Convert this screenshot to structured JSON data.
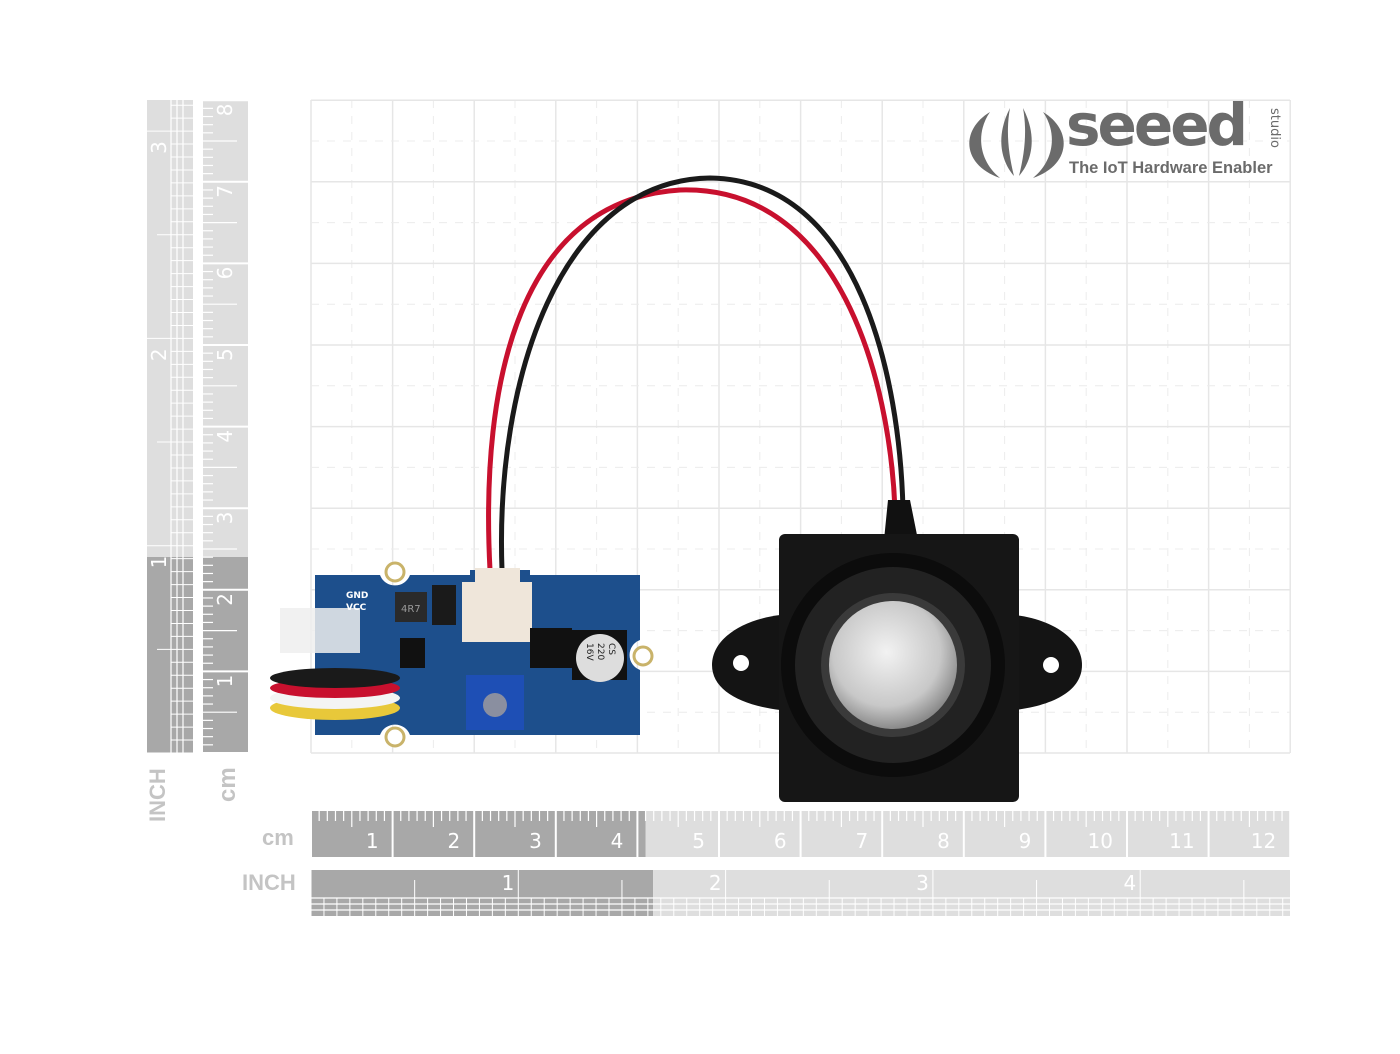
{
  "logo": {
    "brand": "seeed",
    "sub": "studio",
    "tagline": "The IoT Hardware Enabler"
  },
  "rulers": {
    "horizontal_cm": {
      "unit_label": "cm",
      "labels": [
        "1",
        "2",
        "3",
        "4",
        "5",
        "6",
        "7",
        "8",
        "9",
        "10",
        "11",
        "12"
      ],
      "dark_until_cm": 4.2
    },
    "horizontal_inch": {
      "unit_label": "INCH",
      "labels": [
        "1",
        "2",
        "3",
        "4"
      ],
      "dark_until_inch": 1.65
    },
    "vertical_cm": {
      "unit_label": "cm",
      "labels": [
        "1",
        "2",
        "3",
        "4",
        "5",
        "6",
        "7",
        "8"
      ]
    },
    "vertical_inch": {
      "unit_label": "INCH",
      "labels": [
        "1",
        "2",
        "3"
      ]
    }
  },
  "board": {
    "silk_gnd": "GND",
    "silk_vcc": "VCC",
    "inductor": "4R7",
    "cap_text": [
      "CS",
      "220",
      "16V"
    ]
  },
  "colors": {
    "pcb": "#1d4f8c",
    "wire_red": "#c8102e",
    "wire_black": "#1a1a1a",
    "ruler_dark": "#a8a8a8",
    "ruler_light": "#dedede",
    "logo": "#6b6b6b"
  }
}
